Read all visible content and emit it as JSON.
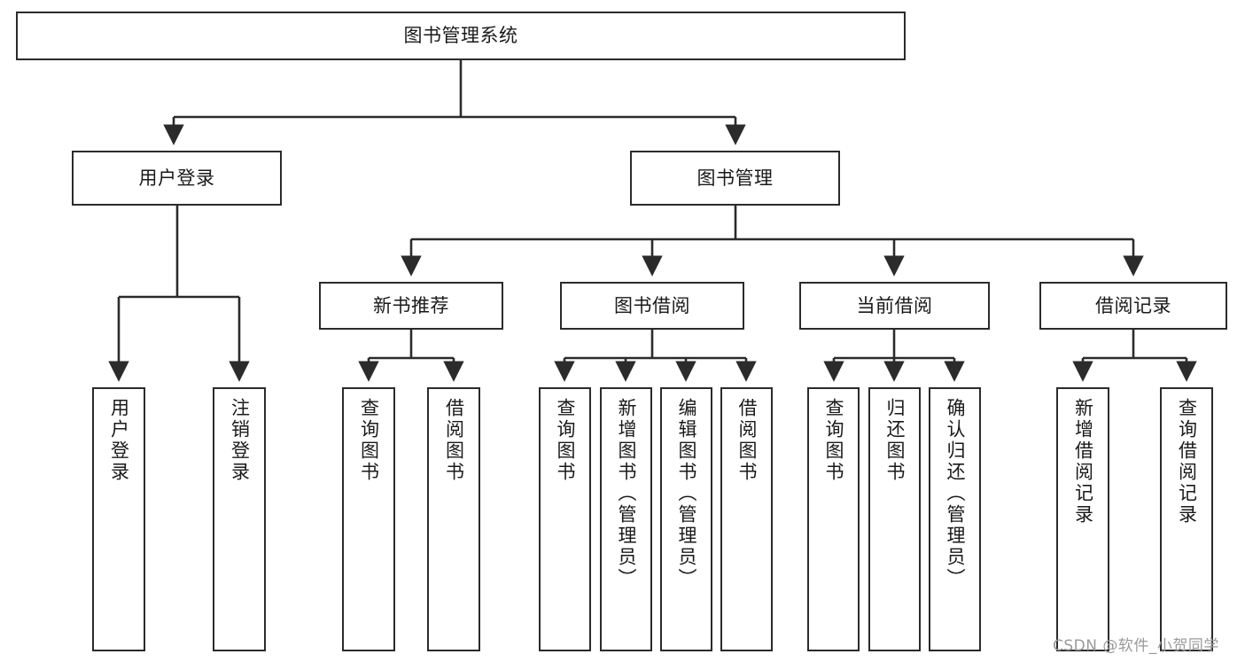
{
  "diagram": {
    "title": "图书管理系统",
    "type": "hierarchy-tree",
    "watermark": "CSDN @软件_小贺同学",
    "colors": {
      "stroke": "#2b2b2b",
      "fill": "#ffffff",
      "text": "#1a1a1a",
      "watermark": "#9a9a9a"
    },
    "levels": {
      "root": {
        "label": "图书管理系统"
      },
      "level2": [
        {
          "id": "user-login",
          "label": "用户登录"
        },
        {
          "id": "book-manage",
          "label": "图书管理"
        }
      ],
      "level3": [
        {
          "id": "new-book-recommend",
          "label": "新书推荐"
        },
        {
          "id": "book-borrow",
          "label": "图书借阅"
        },
        {
          "id": "current-borrow",
          "label": "当前借阅"
        },
        {
          "id": "borrow-record",
          "label": "借阅记录"
        }
      ],
      "leaves": {
        "user-login": [
          {
            "id": "leaf-user-login",
            "label": "用户登录"
          },
          {
            "id": "leaf-logout-login",
            "label": "注销登录"
          }
        ],
        "new-book-recommend": [
          {
            "id": "leaf-query-book-1",
            "label": "查询图书"
          },
          {
            "id": "leaf-borrow-book-1",
            "label": "借阅图书"
          }
        ],
        "book-borrow": [
          {
            "id": "leaf-query-book-2",
            "label": "查询图书"
          },
          {
            "id": "leaf-add-book",
            "label": "新增图书（管理员）"
          },
          {
            "id": "leaf-edit-book",
            "label": "编辑图书（管理员）"
          },
          {
            "id": "leaf-borrow-book-2",
            "label": "借阅图书"
          }
        ],
        "current-borrow": [
          {
            "id": "leaf-query-book-3",
            "label": "查询图书"
          },
          {
            "id": "leaf-return-book",
            "label": "归还图书"
          },
          {
            "id": "leaf-confirm-return",
            "label": "确认归还（管理员）"
          }
        ],
        "borrow-record": [
          {
            "id": "leaf-add-record",
            "label": "新增借阅记录"
          },
          {
            "id": "leaf-query-record",
            "label": "查询借阅记录"
          }
        ]
      }
    }
  }
}
